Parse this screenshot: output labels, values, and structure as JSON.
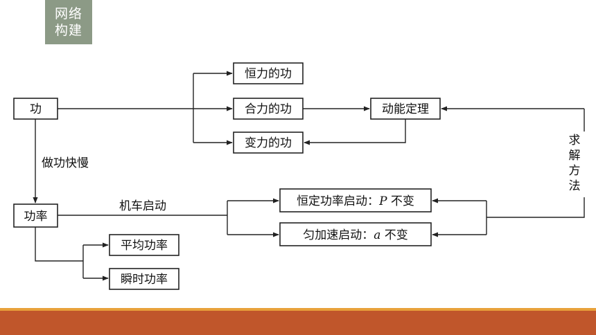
{
  "badge": {
    "line1": "网络",
    "line2": "构建"
  },
  "nodes": {
    "gong": "功",
    "hengli": "恒力的功",
    "heli": "合力的功",
    "bianli": "变力的功",
    "dongneng": "动能定理",
    "gonglv": "功率",
    "pingjun": "平均功率",
    "shunshi": "瞬时功率",
    "hengding_prefix": "恒定功率启动：",
    "hengding_var": "P",
    "hengding_suffix": " 不变",
    "yunjia_prefix": "匀加速启动：",
    "yunjia_var": "a",
    "yunjia_suffix": " 不变"
  },
  "labels": {
    "kuaiman": "做功快慢",
    "jiche": "机车启动",
    "qiujie": [
      "求",
      "解",
      "方",
      "法"
    ]
  },
  "colors": {
    "badge": "#8c9a86",
    "footer_line": "#e8a13a",
    "footer_bar": "#c0562b",
    "stroke": "#222222"
  }
}
